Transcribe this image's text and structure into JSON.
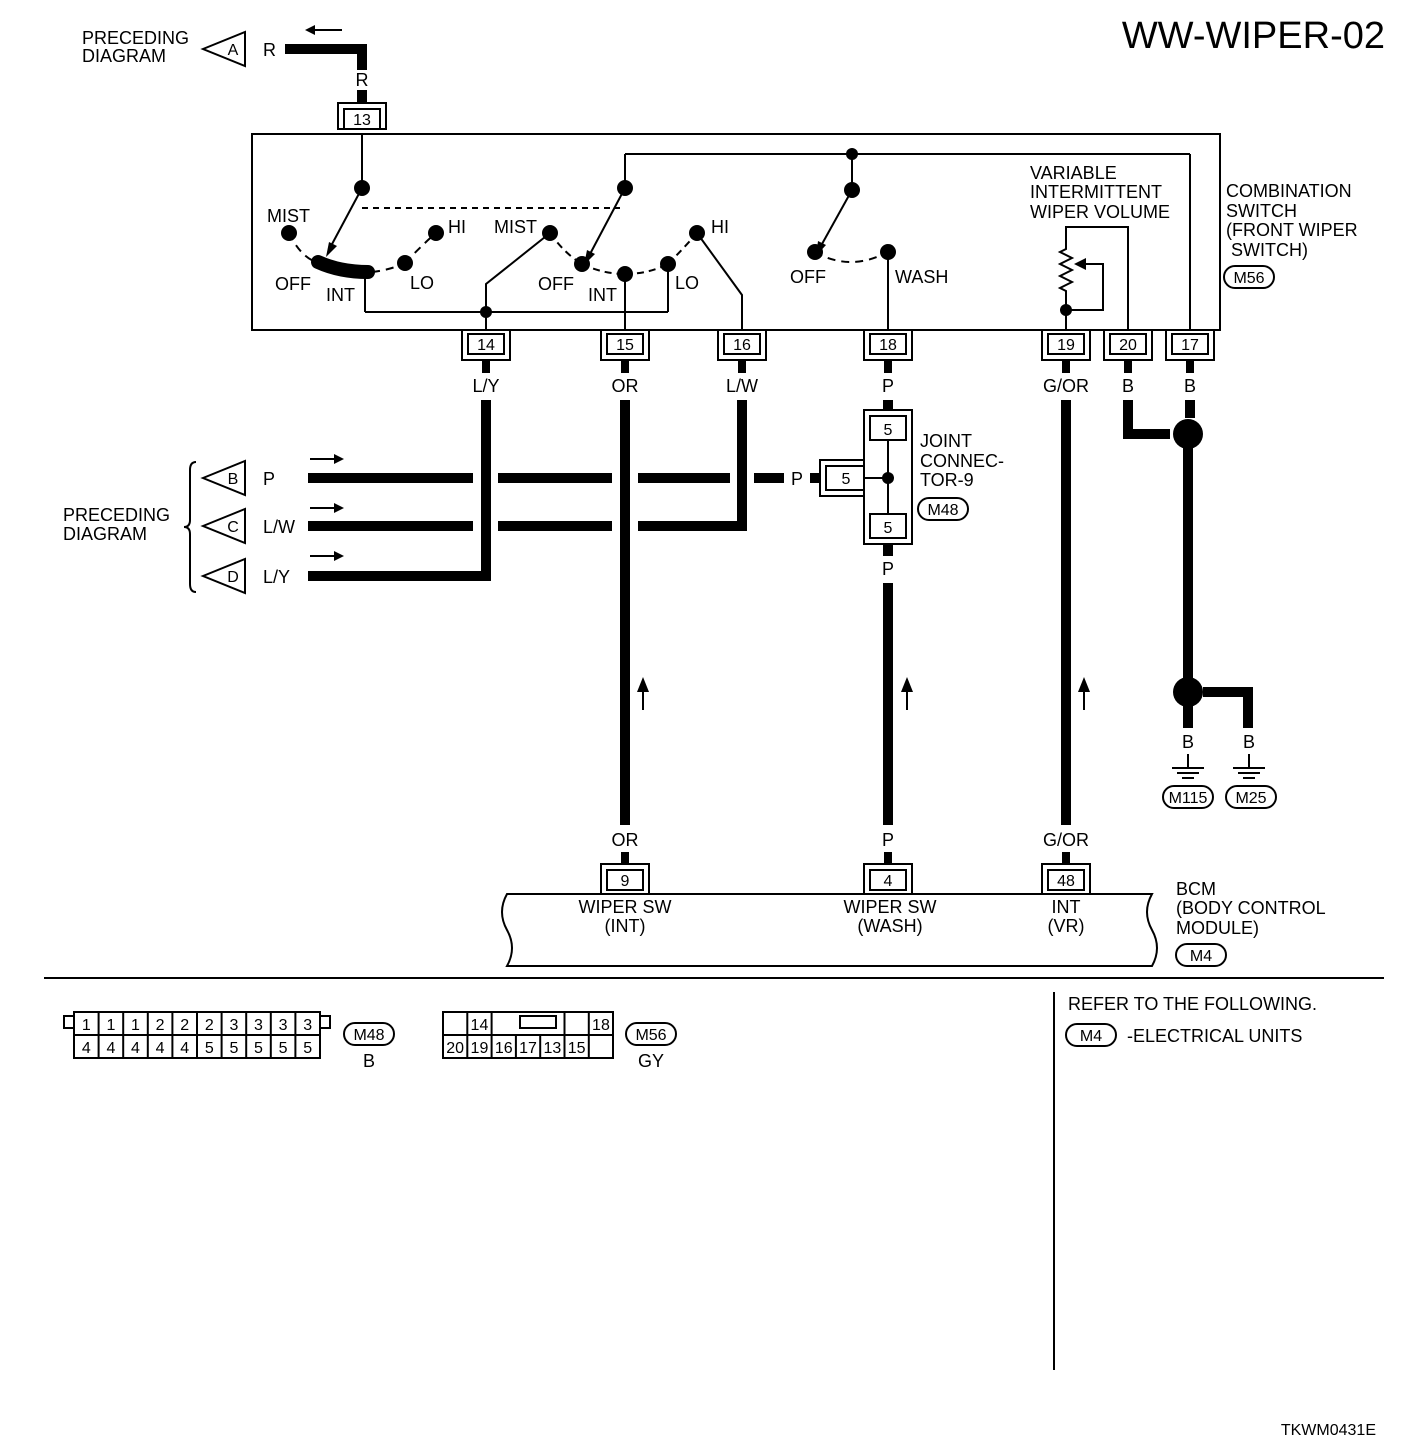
{
  "title": "WW-WIPER-02",
  "footer_code": "TKWM0431E",
  "preceding_a": {
    "line1": "PRECEDING",
    "line2": "DIAGRAM",
    "letter": "A",
    "color": "R"
  },
  "preceding_bcd": {
    "line1": "PRECEDING",
    "line2": "DIAGRAM"
  },
  "arrow_b": {
    "letter": "B",
    "color": "P"
  },
  "arrow_c": {
    "letter": "C",
    "color": "L/W"
  },
  "arrow_d": {
    "letter": "D",
    "color": "L/Y"
  },
  "combination_switch": {
    "name_lines": [
      "COMBINATION",
      "SWITCH",
      "(FRONT WIPER",
      " SWITCH)"
    ],
    "connector": "M56",
    "volume_lines": [
      "VARIABLE",
      "INTERMITTENT",
      "WIPER VOLUME"
    ],
    "left_switch": {
      "mist": "MIST",
      "hi": "HI",
      "off": "OFF",
      "int": "INT",
      "lo": "LO"
    },
    "mid_switch": {
      "mist": "MIST",
      "hi": "HI",
      "off": "OFF",
      "int": "INT",
      "lo": "LO"
    },
    "washer_switch": {
      "off": "OFF",
      "wash": "WASH"
    }
  },
  "pins": {
    "p13": "13",
    "p14": "14",
    "p15": "15",
    "p16": "16",
    "p18": "18",
    "p19": "19",
    "p20": "20",
    "p17": "17"
  },
  "wires": {
    "top_r": "R",
    "w14": "L/Y",
    "w15": "OR",
    "w16": "L/W",
    "w18": "P",
    "w19": "G/OR",
    "w20": "B",
    "w17": "B",
    "joint_in": "P",
    "joint_out": "P",
    "bcm9": "OR",
    "bcm4": "P",
    "bcm48": "G/OR",
    "gnd1": "B",
    "gnd2": "B"
  },
  "joint_connector": {
    "lines": [
      "JOINT",
      "CONNEC-",
      "TOR-9"
    ],
    "connector": "M48",
    "pin_top": "5",
    "pin_left": "5",
    "pin_bottom": "5"
  },
  "grounds": {
    "g1": "M115",
    "g2": "M25"
  },
  "bcm": {
    "name_lines": [
      "BCM",
      "(BODY CONTROL",
      "MODULE)"
    ],
    "connector": "M4",
    "pin9": "9",
    "pin4": "4",
    "pin48": "48",
    "t9": [
      "WIPER SW",
      "(INT)"
    ],
    "t4": [
      "WIPER SW",
      "(WASH)"
    ],
    "t48": [
      "INT",
      "(VR)"
    ]
  },
  "m48_face": {
    "top": [
      "1",
      "1",
      "1",
      "2",
      "2",
      "2",
      "3",
      "3",
      "3",
      "3"
    ],
    "bottom": [
      "4",
      "4",
      "4",
      "4",
      "4",
      "5",
      "5",
      "5",
      "5",
      "5"
    ],
    "connector": "M48",
    "color": "B"
  },
  "m56_face": {
    "top": [
      "",
      "14",
      "",
      "",
      "",
      "",
      "18"
    ],
    "bottom": [
      "20",
      "19",
      "16",
      "17",
      "13",
      "15",
      ""
    ],
    "connector": "M56",
    "color": "GY"
  },
  "refer": {
    "heading": "REFER TO THE FOLLOWING.",
    "connector": "M4",
    "text": "-ELECTRICAL UNITS"
  }
}
